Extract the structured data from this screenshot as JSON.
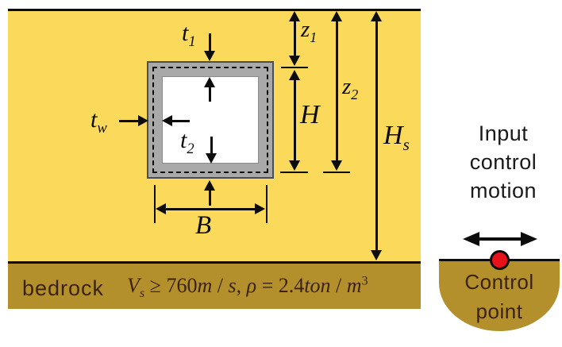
{
  "colors": {
    "soil": "#FBD95A",
    "bedrock": "#B3902C",
    "boxFill": "#A9A9A9",
    "boxEdge": "#4D4D4D",
    "innerEdge": "#8A8A8A",
    "ink": "#0C0C0C",
    "darkText": "#3B2314",
    "sansInk": "#1A1A1A",
    "red": "#E8121A"
  },
  "labels": {
    "t1": {
      "base": "t",
      "sub": "1"
    },
    "tw": {
      "base": "t",
      "sub": "w"
    },
    "t2": {
      "base": "t",
      "sub": "2"
    },
    "B": {
      "base": "B",
      "sub": ""
    },
    "z1": {
      "base": "z",
      "sub": "1"
    },
    "H": {
      "base": "H",
      "sub": ""
    },
    "z2": {
      "base": "z",
      "sub": "2"
    },
    "Hs": {
      "base": "H",
      "sub": "s"
    }
  },
  "bedrock": {
    "name": "bedrock",
    "formula": {
      "V": "V",
      "Vsub": "s",
      "geq": "≥",
      "v760": "760",
      "m1": "m",
      "sl1": "/",
      "s1": "s",
      "comma": ",",
      "rho": "ρ",
      "eq": "=",
      "v24": "2.4",
      "ton": "ton",
      "sl2": "/",
      "m2": "m",
      "exp": "3"
    }
  },
  "right": {
    "input_motion": [
      "Input",
      "control",
      "motion"
    ],
    "control_point": [
      "Control",
      "point"
    ]
  }
}
